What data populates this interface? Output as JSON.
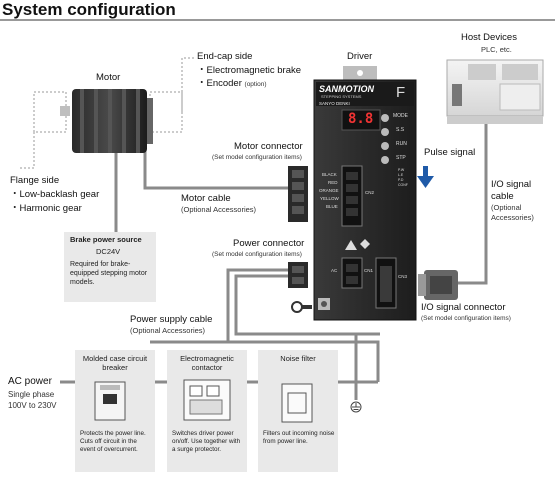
{
  "title": "System configuration",
  "motor": {
    "label": "Motor"
  },
  "end_cap": {
    "title": "End-cap side",
    "item1": "・Electromagnetic brake",
    "item2": "・Encoder",
    "item2_note": "(option)"
  },
  "driver": {
    "label": "Driver",
    "brand": "SANMOTION",
    "subbrand": "STEPPING SYSTEMS",
    "maker": "SANYO DENKI",
    "letter": "F",
    "display": "8.8",
    "buttons": [
      "MODE",
      "S.S",
      "RUN",
      "STP"
    ],
    "wires": [
      "BLACK",
      "RED",
      "ORANGE",
      "YELLOW",
      "BLUE"
    ],
    "cn2": "CN2",
    "cn1": "CN1",
    "cn3": "CN3",
    "ac": "AC",
    "status": [
      "P.W",
      "L.E",
      "P.D",
      "CONF"
    ]
  },
  "host": {
    "title": "Host Devices",
    "sub": "PLC, etc."
  },
  "pulse": {
    "label": "Pulse signal"
  },
  "io_cable": {
    "l1": "I/O signal",
    "l2": "cable",
    "l3": "(Optional",
    "l4": "Accessories)"
  },
  "motor_connector": {
    "label": "Motor connector",
    "sub": "(Set model configuration items)"
  },
  "motor_cable": {
    "label": "Motor cable",
    "sub": "(Optional Accessories)"
  },
  "power_connector": {
    "label": "Power connector",
    "sub": "(Set model configuration items)"
  },
  "io_connector": {
    "label": "I/O signal connector",
    "sub": "(Set model configuration items)"
  },
  "flange": {
    "title": "Flange side",
    "item1": "・Low-backlash gear",
    "item2": "・Harmonic gear"
  },
  "brake_power": {
    "title": "Brake power source",
    "voltage": "DC24V",
    "desc": "Required for brake-equipped stepping motor models."
  },
  "power_cable": {
    "label": "Power supply cable",
    "sub": "(Optional Accessories)"
  },
  "ac_power": {
    "label": "AC power",
    "l2": "Single phase",
    "l3": "100V to 230V"
  },
  "breaker": {
    "title": "Molded case circuit breaker",
    "desc": "Protects the power line. Cuts off circuit in the event of overcurrent."
  },
  "contactor": {
    "title": "Electromagnetic contactor",
    "desc": "Switches driver power on/off. Use together with a surge protector."
  },
  "noise_filter": {
    "title": "Noise filter",
    "desc": "Filters out incoming noise from power line."
  },
  "colors": {
    "arrow": "#1f5aa8",
    "driver_body": "#2b2b2b",
    "box_bg": "#e9e9e9",
    "line": "#7a7a7a"
  }
}
